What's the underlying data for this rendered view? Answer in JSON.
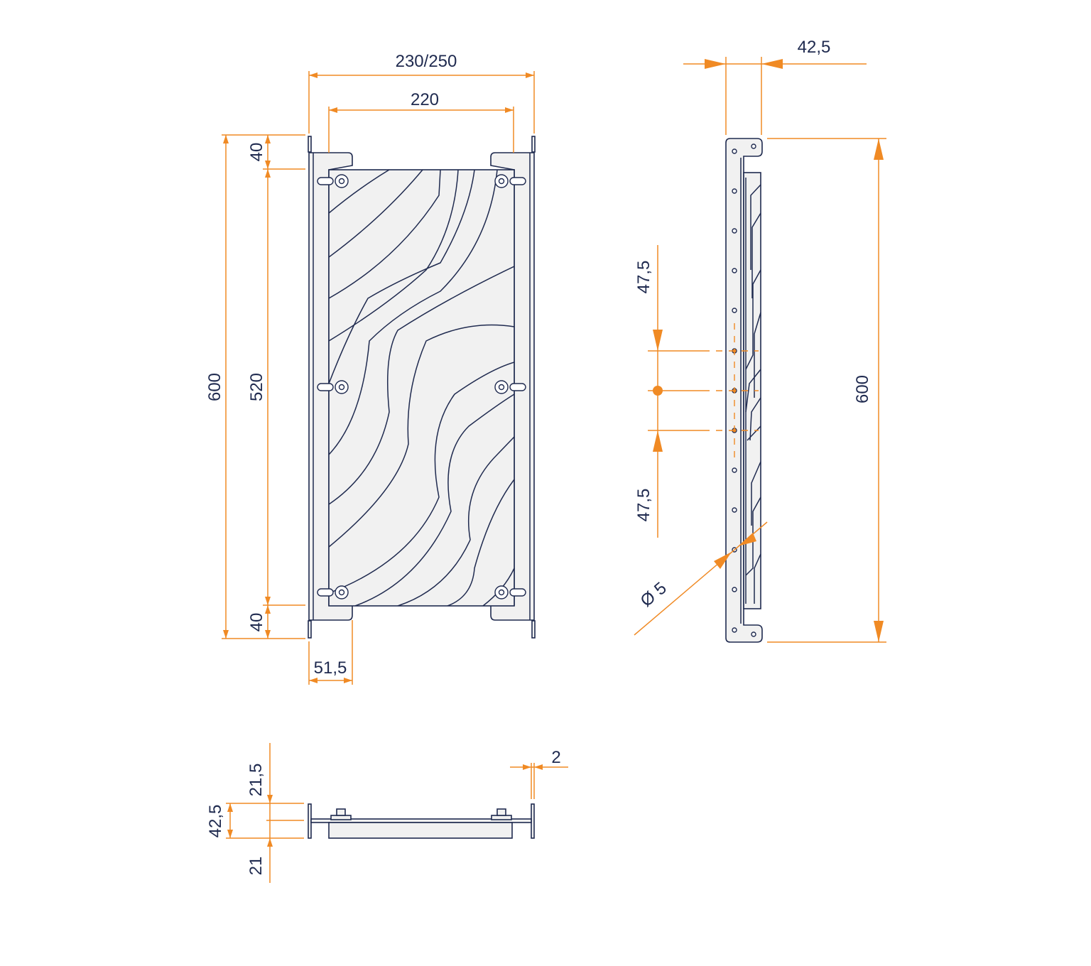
{
  "colors": {
    "dimension": "#f08a24",
    "outline": "#1f2a4f",
    "fill": "#f1f1f1",
    "text": "#1f2a4f"
  },
  "front_view": {
    "overall_width": "230/250",
    "panel_width": "220",
    "overall_height": "600",
    "panel_height": "520",
    "top_offset": "40",
    "bottom_offset": "40",
    "bracket_depth": "51,5"
  },
  "side_view": {
    "bracket_depth": "42,5",
    "upper_spacing": "47,5",
    "lower_spacing": "47,5",
    "hole_diameter": "Ø 5",
    "overall_height": "600"
  },
  "top_view": {
    "upper_offset": "21,5",
    "total_depth": "42,5",
    "lower_offset": "21",
    "sheet_thickness": "2"
  }
}
